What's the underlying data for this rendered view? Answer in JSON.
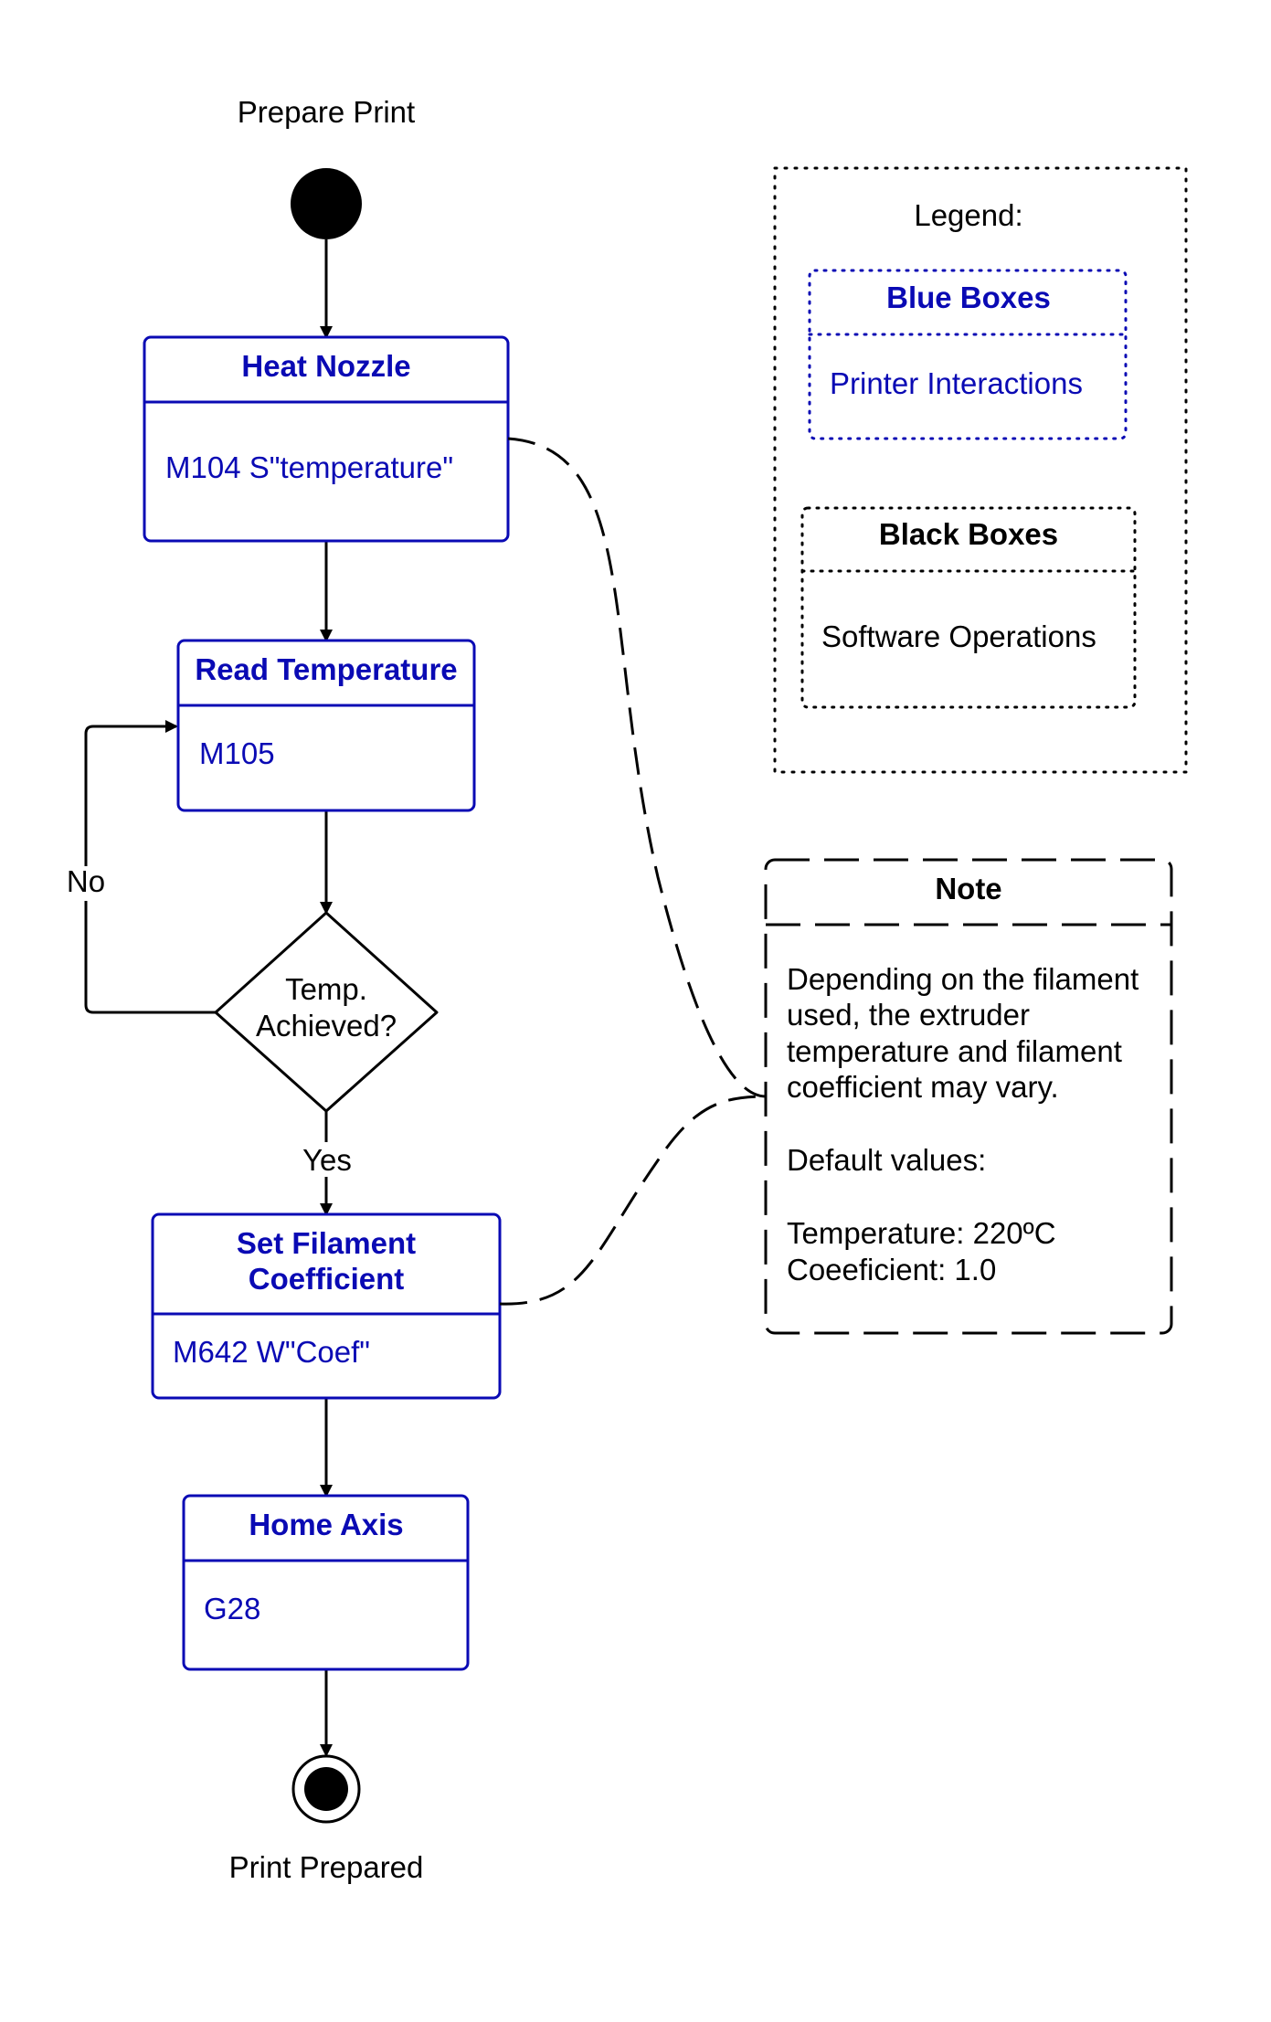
{
  "colors": {
    "interaction": "#0a0ab4",
    "software": "#000000",
    "background": "#ffffff"
  },
  "flow": {
    "start_label": "Prepare Print",
    "end_label": "Print Prepared",
    "states": [
      {
        "id": "heat",
        "title_lines": [
          "Heat Nozzle"
        ],
        "body": "M104 S\"temperature\""
      },
      {
        "id": "read",
        "title_lines": [
          "Read Temperature"
        ],
        "body": "M105"
      },
      {
        "id": "coef",
        "title_lines": [
          "Set Filament",
          "Coefficient"
        ],
        "body": "M642 W\"Coef\""
      },
      {
        "id": "home",
        "title_lines": [
          "Home Axis"
        ],
        "body": "G28"
      }
    ],
    "decision": {
      "lines": [
        "Temp.",
        "Achieved?"
      ],
      "no_label": "No",
      "yes_label": "Yes"
    }
  },
  "legend": {
    "title": "Legend:",
    "blue_box": {
      "title": "Blue Boxes",
      "body": "Printer Interactions"
    },
    "black_box": {
      "title": "Black Boxes",
      "body": "Software Operations"
    }
  },
  "note": {
    "title": "Note",
    "lines": [
      "Depending on the filament",
      "used, the extruder",
      "temperature and filament",
      "coefficient may vary.",
      "",
      "Default values:",
      "",
      "Temperature: 220ºC",
      "Coeeficient: 1.0"
    ]
  }
}
